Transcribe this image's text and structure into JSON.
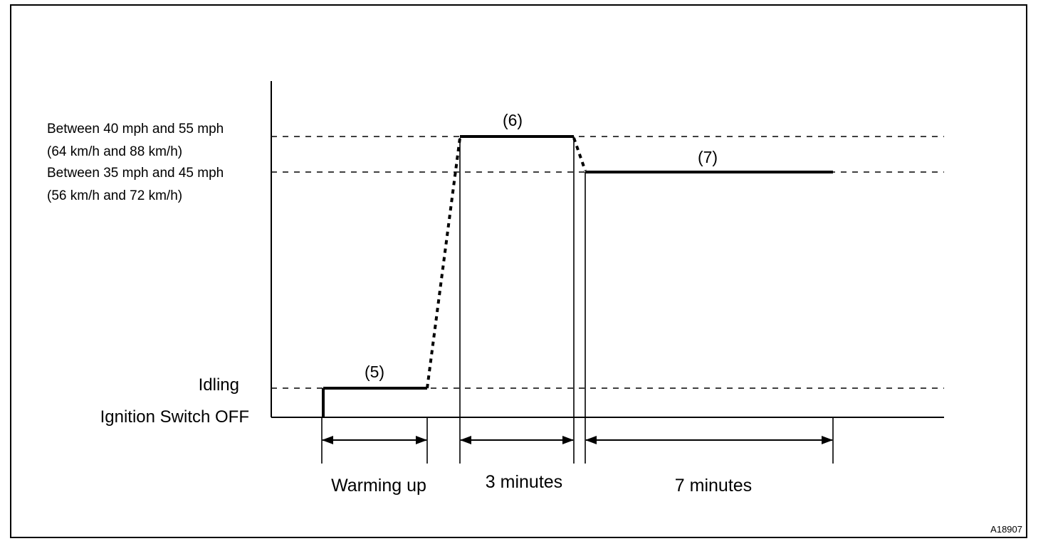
{
  "speed_levels": {
    "high_line1": "Between 40 mph and 55 mph",
    "high_line2": "(64 km/h and 88 km/h)",
    "mid_line1": "Between 35 mph and 45 mph",
    "mid_line2": "(56 km/h and 72 km/h)"
  },
  "states": {
    "idling": "Idling",
    "ignition_off": "Ignition Switch OFF"
  },
  "phases": {
    "p5": "(5)",
    "p6": "(6)",
    "p7": "(7)"
  },
  "durations": {
    "warming": "Warming up",
    "three": "3 minutes",
    "seven": "7 minutes"
  },
  "figure_code": "A18907"
}
